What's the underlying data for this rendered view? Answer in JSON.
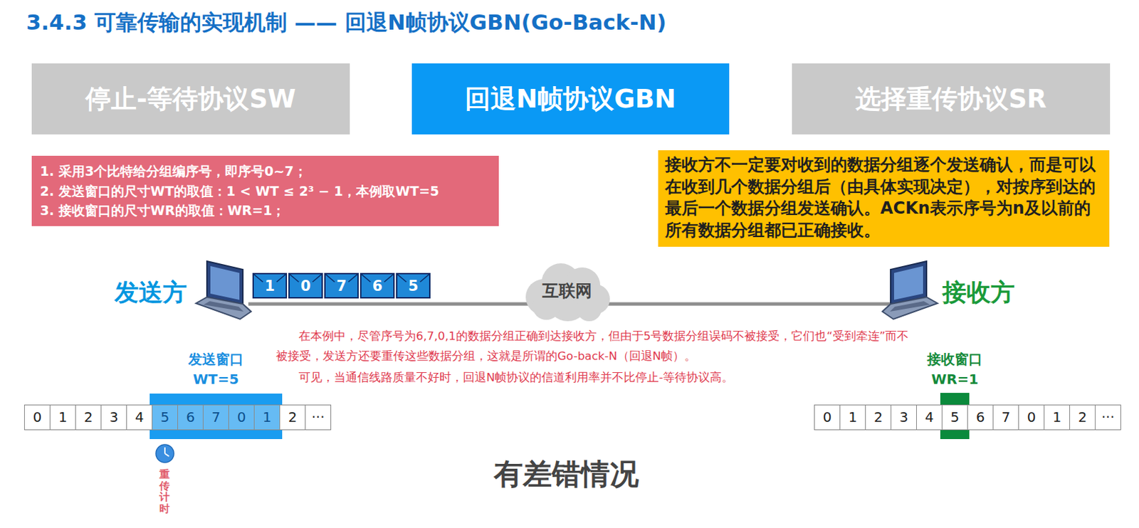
{
  "diagram": {
    "title": "3.4.3 可靠传输的实现机制 —— 回退N帧协议GBN(Go-Back-N)",
    "caption": "有差错情况",
    "nodes": [
      {
        "text": [
          "停止-等待协议SW"
        ]
      },
      {
        "text": [
          "回退N帧协议GBN"
        ]
      },
      {
        "text": [
          "选择重传协议SR"
        ]
      },
      {
        "text": [
          "1. 采用3个比特给分组编序号，即序号0~7；",
          "2. 发送窗口的尺寸WT的取值：1 < WT ≤ 2³ − 1，本例取WT=5",
          "3. 接收窗口的尺寸WR的取值：WR=1；"
        ]
      },
      {
        "text": [
          "接收方不一定要对收到的数据分组逐个发送确认，而是可以在收到几个数据分组后（由具体实现决定），对按序到达的最后一个数据分组发送确认。ACKn表示序号为n及以前的所有数据分组都已正确接收。"
        ]
      },
      {
        "text": [
          "互联网"
        ]
      },
      {
        "text": [
          "1"
        ]
      },
      {
        "text": [
          "0"
        ]
      },
      {
        "text": [
          "7"
        ]
      },
      {
        "text": [
          "6"
        ]
      },
      {
        "text": [
          "5"
        ]
      }
    ],
    "labels": [
      "发送方",
      "接收方",
      "在本例中，尽管序号为6,7,0,1的数据分组正确到达接收方，但由于5号数据分组误码不被接受，它们也“受到牵连”而不被接受，发送方还要重传这些数据分组，这就是所谓的Go-back-N（回退N帧）。",
      "可见，当通信线路质量不好时，回退N帧协议的信道利用率并不比停止-等待协议高。",
      "发送窗口",
      "WT=5",
      "接收窗口",
      "WR=1",
      "0",
      "1",
      "2",
      "3",
      "4",
      "5",
      "6",
      "7",
      "0",
      "1",
      "2",
      "···",
      "0",
      "1",
      "2",
      "3",
      "4",
      "5",
      "6",
      "7",
      "0",
      "1",
      "2",
      "···",
      "重传计时"
    ]
  }
}
